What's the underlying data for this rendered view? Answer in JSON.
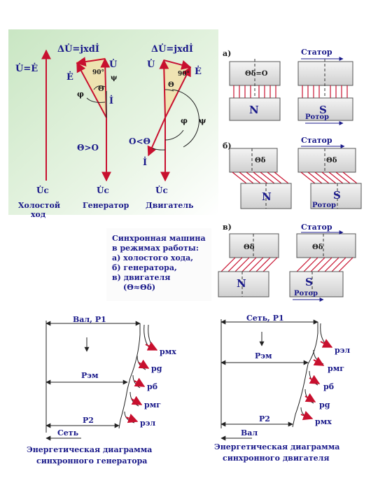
{
  "phasors": {
    "u_eq_e": "U̇=Ė",
    "delta_u_gen": "ΔU̇=jxdİ",
    "delta_u_mot": "ΔU̇=jxdİ",
    "u": "U̇",
    "e": "Ė",
    "i": "İ",
    "uc": "U̇c",
    "angle_90": "90°",
    "phi": "φ",
    "psi": "ψ",
    "theta": "Θ",
    "theta_gt_0": "Θ>O",
    "theta_lt_0": "O<Θ",
    "label_idle": "Холостой",
    "label_idle_2": "ход",
    "label_generator": "Генератор",
    "label_motor": "Двигатель"
  },
  "magnet_panels": {
    "a_label": "а)",
    "b_label": "б)",
    "c_label": "в)",
    "stator": "Статор",
    "rotor": "Ротор",
    "pole_n": "N",
    "pole_s": "S",
    "theta_d_zero": "Θδ=O",
    "theta_d": "Θδ"
  },
  "legend": {
    "line1": "Синхронная машина",
    "line2": "в режимах работы:",
    "line3": "а) холостого хода,",
    "line4": "б) генератора,",
    "line5": "в) двигателя",
    "line6": "(Θ≈Θδ)"
  },
  "energy_generator": {
    "input": "Вал, P1",
    "p_em": "Pэм",
    "p2": "P2",
    "output": "Сеть",
    "losses": [
      "pмх",
      "pg",
      "pб",
      "pмг",
      "pэл"
    ],
    "caption1": "Энергетическая диаграмма",
    "caption2": "синхронного генератора"
  },
  "energy_motor": {
    "input": "Сеть, P1",
    "p_em": "Pэм",
    "p2": "P2",
    "output": "Вал",
    "losses": [
      "pэл",
      "pмг",
      "pб",
      "pg",
      "pмх"
    ],
    "caption1": "Энергетическая диаграмма",
    "caption2": "синхронного двигателя"
  }
}
